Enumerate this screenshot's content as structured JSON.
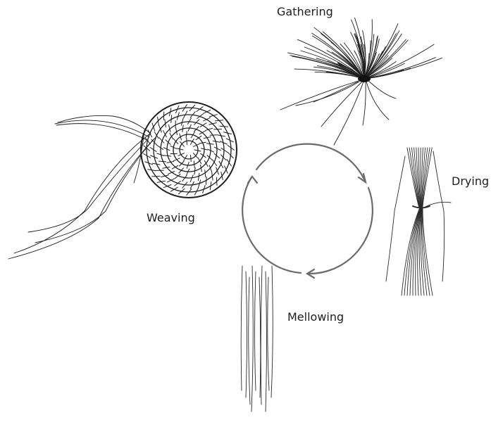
{
  "stages": [
    {
      "id": "gathering",
      "label": "Gathering",
      "icon": "grass-tuft-illustration"
    },
    {
      "id": "drying",
      "label": "Drying",
      "icon": "bundled-grass-illustration"
    },
    {
      "id": "mellowing",
      "label": "Mellowing",
      "icon": "grass-strands-illustration"
    },
    {
      "id": "weaving",
      "label": "Weaving",
      "icon": "coiled-basket-illustration"
    }
  ],
  "colors": {
    "cycle": "#6b6b6b",
    "ink": "#1e1e1e",
    "label": "#1e1e1e"
  }
}
